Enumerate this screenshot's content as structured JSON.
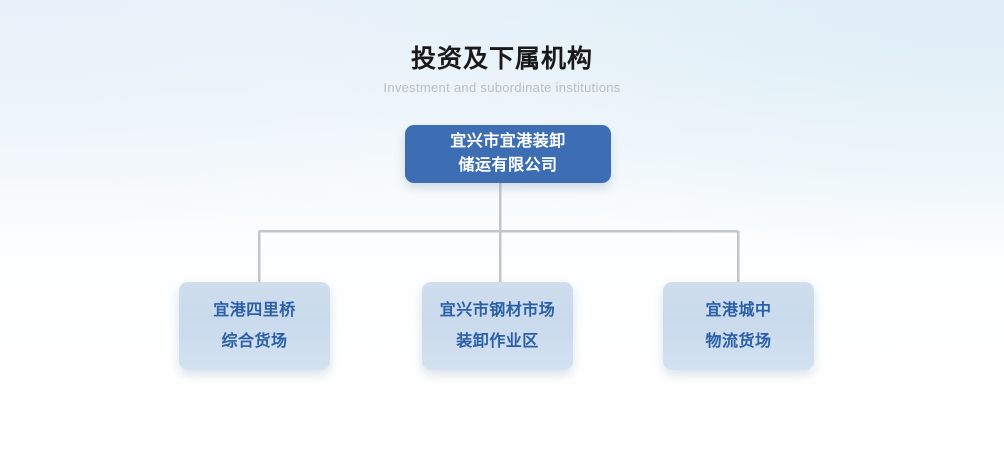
{
  "heading": {
    "title": "投资及下属机构",
    "subtitle": "Investment and subordinate institutions"
  },
  "chart_data": {
    "type": "diagram",
    "diagram_type": "organization-chart",
    "title": "投资及下属机构",
    "subtitle": "Investment and subordinate institutions",
    "root": {
      "id": "root",
      "lines": [
        "宜兴市宜港装卸",
        "储运有限公司"
      ],
      "text": "宜兴市宜港装卸储运有限公司",
      "fill": "#3d6eb4",
      "text_color": "#ffffff"
    },
    "children": [
      {
        "id": "child-0",
        "lines": [
          "宜港四里桥",
          "综合货场"
        ],
        "text": "宜港四里桥综合货场",
        "fill": "#c9daec",
        "text_color": "#2a5fa8"
      },
      {
        "id": "child-1",
        "lines": [
          "宜兴市钢材市场",
          "装卸作业区"
        ],
        "text": "宜兴市钢材市场装卸作业区",
        "fill": "#c9daec",
        "text_color": "#2a5fa8"
      },
      {
        "id": "child-2",
        "lines": [
          "宜港城中",
          "物流货场"
        ],
        "text": "宜港城中物流货场",
        "fill": "#c9daec",
        "text_color": "#2a5fa8"
      }
    ],
    "connector_color": "#c3c6c9",
    "background": {
      "top_left": "#eef4fa",
      "top_right": "#e4eff6",
      "bottom": "#ffffff"
    }
  }
}
